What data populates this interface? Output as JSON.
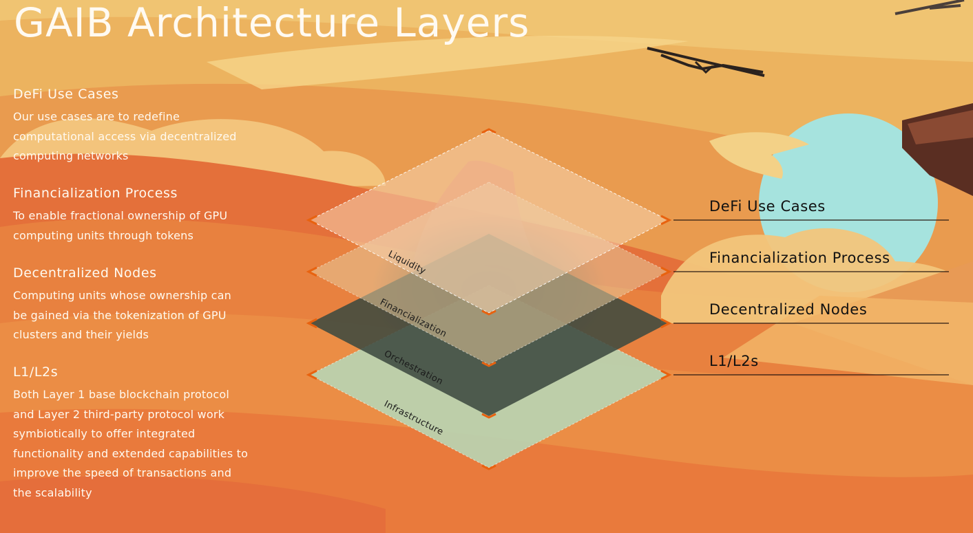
{
  "page_title": "GAIB Architecture Layers",
  "sections": [
    {
      "heading": "DeFi Use Cases",
      "lines": [
        "Our use cases are to redefine",
        "computational access via decentralized",
        "computing networks"
      ]
    },
    {
      "heading": "Financialization Process",
      "lines": [
        "To enable fractional ownership of GPU",
        "computing units through tokens"
      ]
    },
    {
      "heading": "Decentralized Nodes",
      "lines": [
        "Computing units whose ownership can",
        "be gained via the tokenization of GPU",
        "clusters and their yields"
      ]
    },
    {
      "heading": "L1/L2s",
      "lines": [
        "Both Layer 1 base blockchain protocol",
        "and Layer 2 third-party protocol work",
        "symbiotically to offer integrated",
        "functionality and extended capabilities to",
        "improve the speed of transactions and",
        "the scalability"
      ]
    }
  ],
  "layer_tags": [
    "Liquidity",
    "Financialization",
    "Orchestration",
    "Infrastructure"
  ],
  "right_labels": [
    "DeFi Use Cases",
    "Financialization Process",
    "Decentralized Nodes",
    "L1/L2s"
  ],
  "colors": {
    "accent_marker": "#e8620f",
    "layer_top": "#f6d3b1",
    "layer_dark": "#3e4a40",
    "layer_bottom": "#b8d5b4",
    "sun": "#a6e3de"
  }
}
